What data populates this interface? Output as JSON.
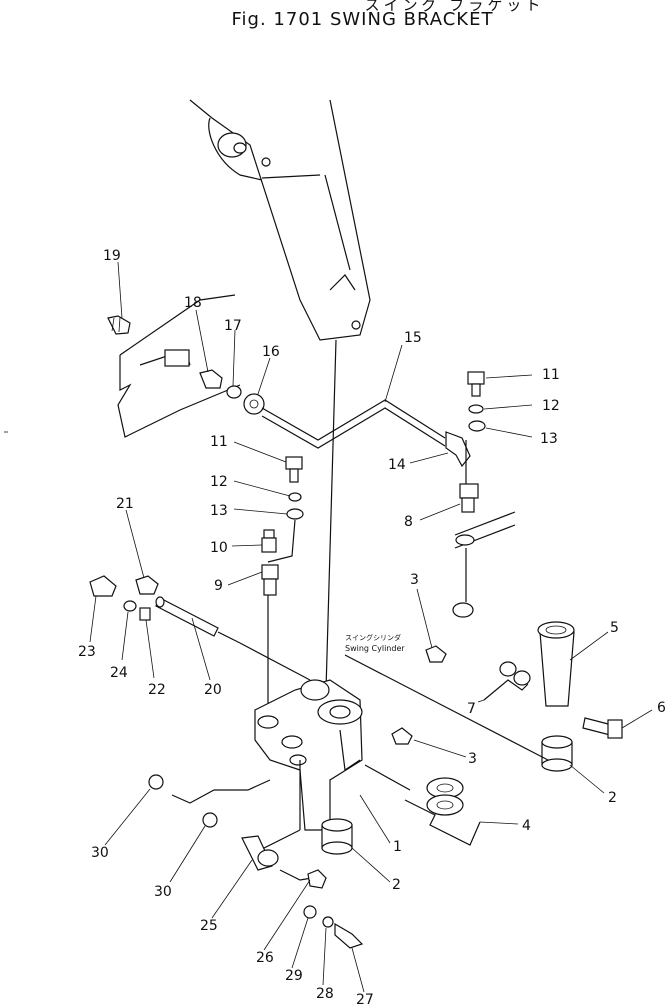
{
  "header": {
    "japanese_title": "スイング ブラケット",
    "title": "Fig. 1701 SWING BRACKET"
  },
  "annotation": {
    "japanese": "スイングシリンダ",
    "english": "Swing Cylinder"
  },
  "callouts": [
    "1",
    "2",
    "3",
    "4",
    "5",
    "6",
    "7",
    "8",
    "9",
    "10",
    "11",
    "12",
    "13",
    "14",
    "15",
    "16",
    "17",
    "18",
    "19",
    "20",
    "21",
    "22",
    "23",
    "24",
    "25",
    "26",
    "27",
    "28",
    "29",
    "30"
  ],
  "callout_labels": {
    "c1": "1",
    "c2a": "2",
    "c2b": "2",
    "c3a": "3",
    "c3b": "3",
    "c4": "4",
    "c5": "5",
    "c6": "6",
    "c7": "7",
    "c8": "8",
    "c9": "9",
    "c10": "10",
    "c11a": "11",
    "c11b": "11",
    "c12a": "12",
    "c12b": "12",
    "c13a": "13",
    "c13b": "13",
    "c14": "14",
    "c15": "15",
    "c16": "16",
    "c17": "17",
    "c18": "18",
    "c19": "19",
    "c20": "20",
    "c21": "21",
    "c22": "22",
    "c23": "23",
    "c24": "24",
    "c25": "25",
    "c26": "26",
    "c27": "27",
    "c28": "28",
    "c29": "29",
    "c30a": "30",
    "c30b": "30"
  }
}
